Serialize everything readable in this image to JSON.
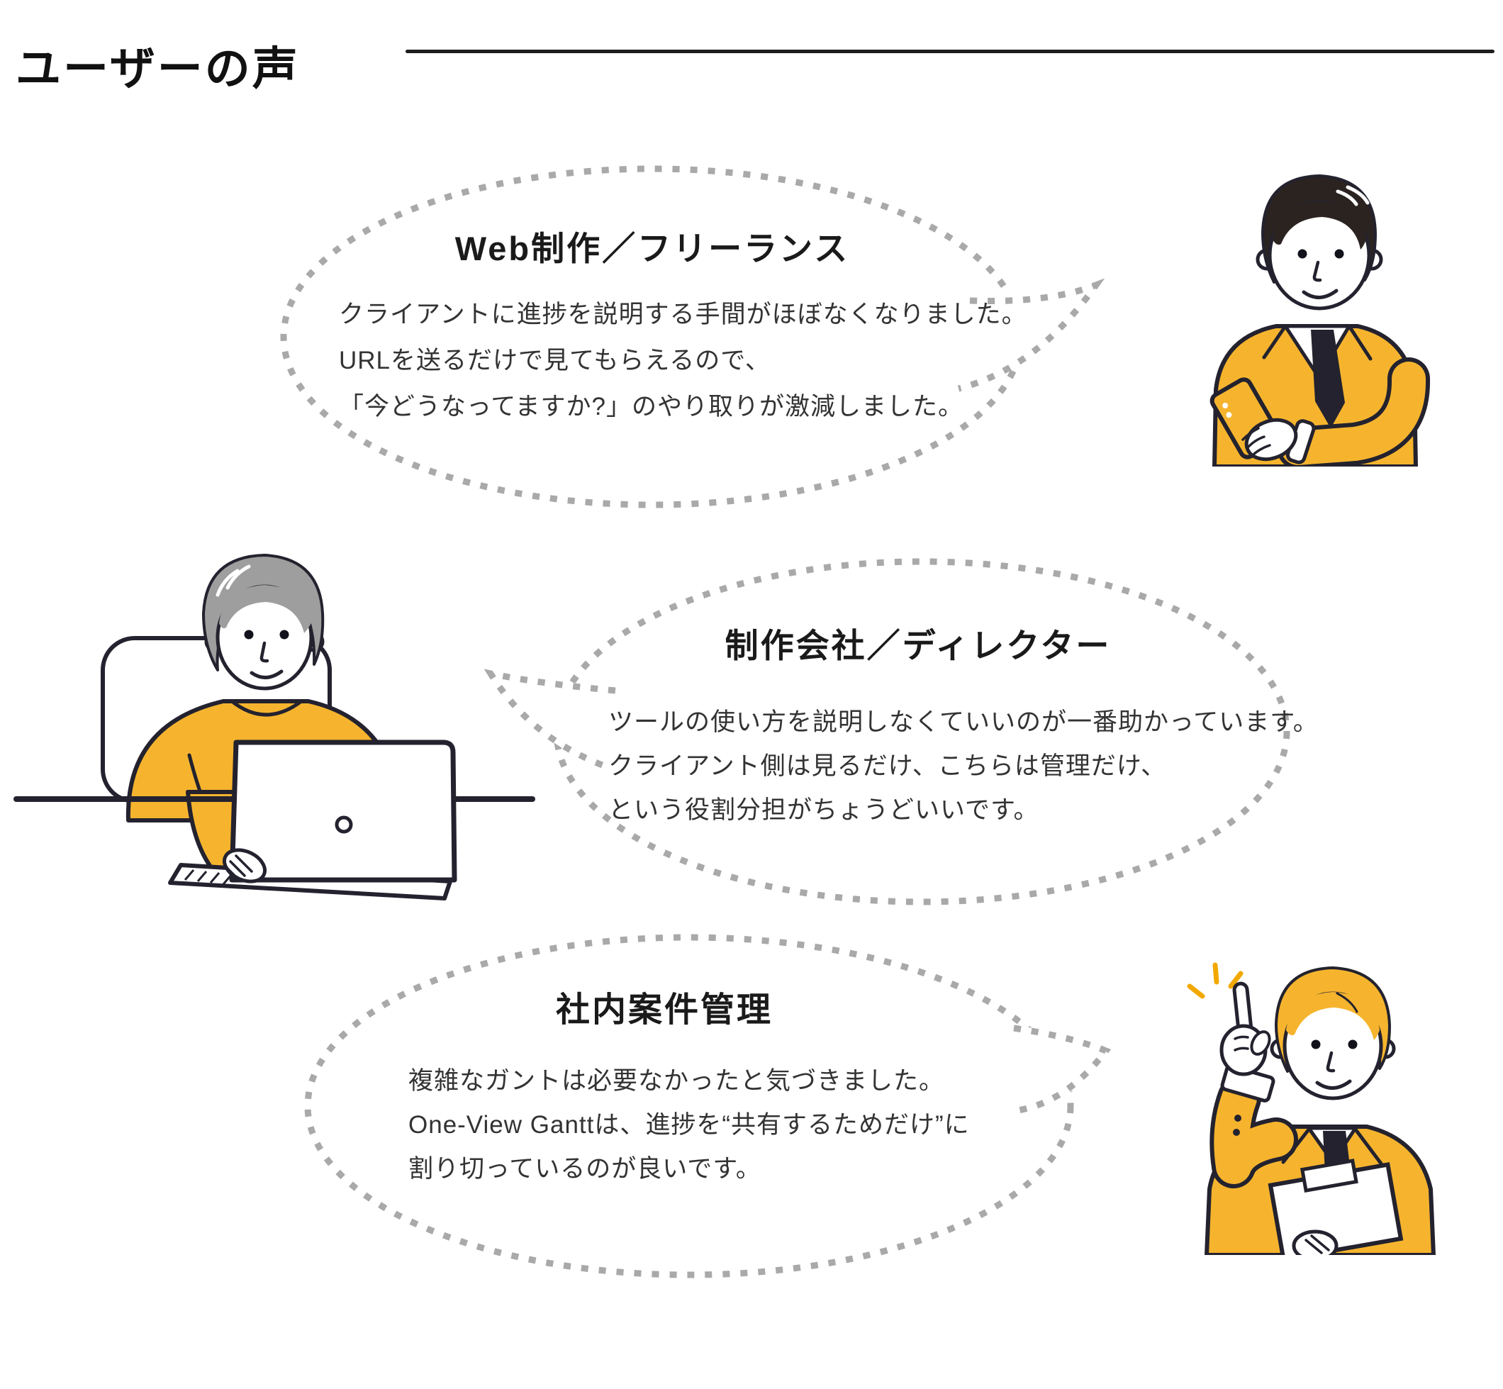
{
  "section": {
    "title": "ユーザーの声"
  },
  "colors": {
    "accent_yellow": "#F6B42E",
    "line_art": "#23222E",
    "bubble_dash": "#A9A9A9",
    "body_text": "#333333",
    "heading_text": "#111111",
    "gray_hair": "#9E9E9E"
  },
  "testimonials": [
    {
      "role": "Web制作／フリーランス",
      "lines": [
        "クライアントに進捗を説明する手間がほぼなくなりました。",
        "URLを送るだけで見てもらえるので、",
        "「今どうなってますか?」のやり取りが激減しました。"
      ],
      "persona": "businessman-with-smartphone"
    },
    {
      "role": "制作会社／ディレクター",
      "lines": [
        "ツールの使い方を説明しなくていいのが一番助かっています。",
        "クライアント側は見るだけ、こちらは管理だけ、",
        "という役割分担がちょうどいいです。"
      ],
      "persona": "gray-haired-man-at-laptop"
    },
    {
      "role": "社内案件管理",
      "lines": [
        "複雑なガントは必要なかったと気づきました。",
        "One-View Ganttは、進捗を“共有するためだけ”に",
        "割り切っているのが良いです。"
      ],
      "persona": "businessman-pointing-up"
    }
  ]
}
